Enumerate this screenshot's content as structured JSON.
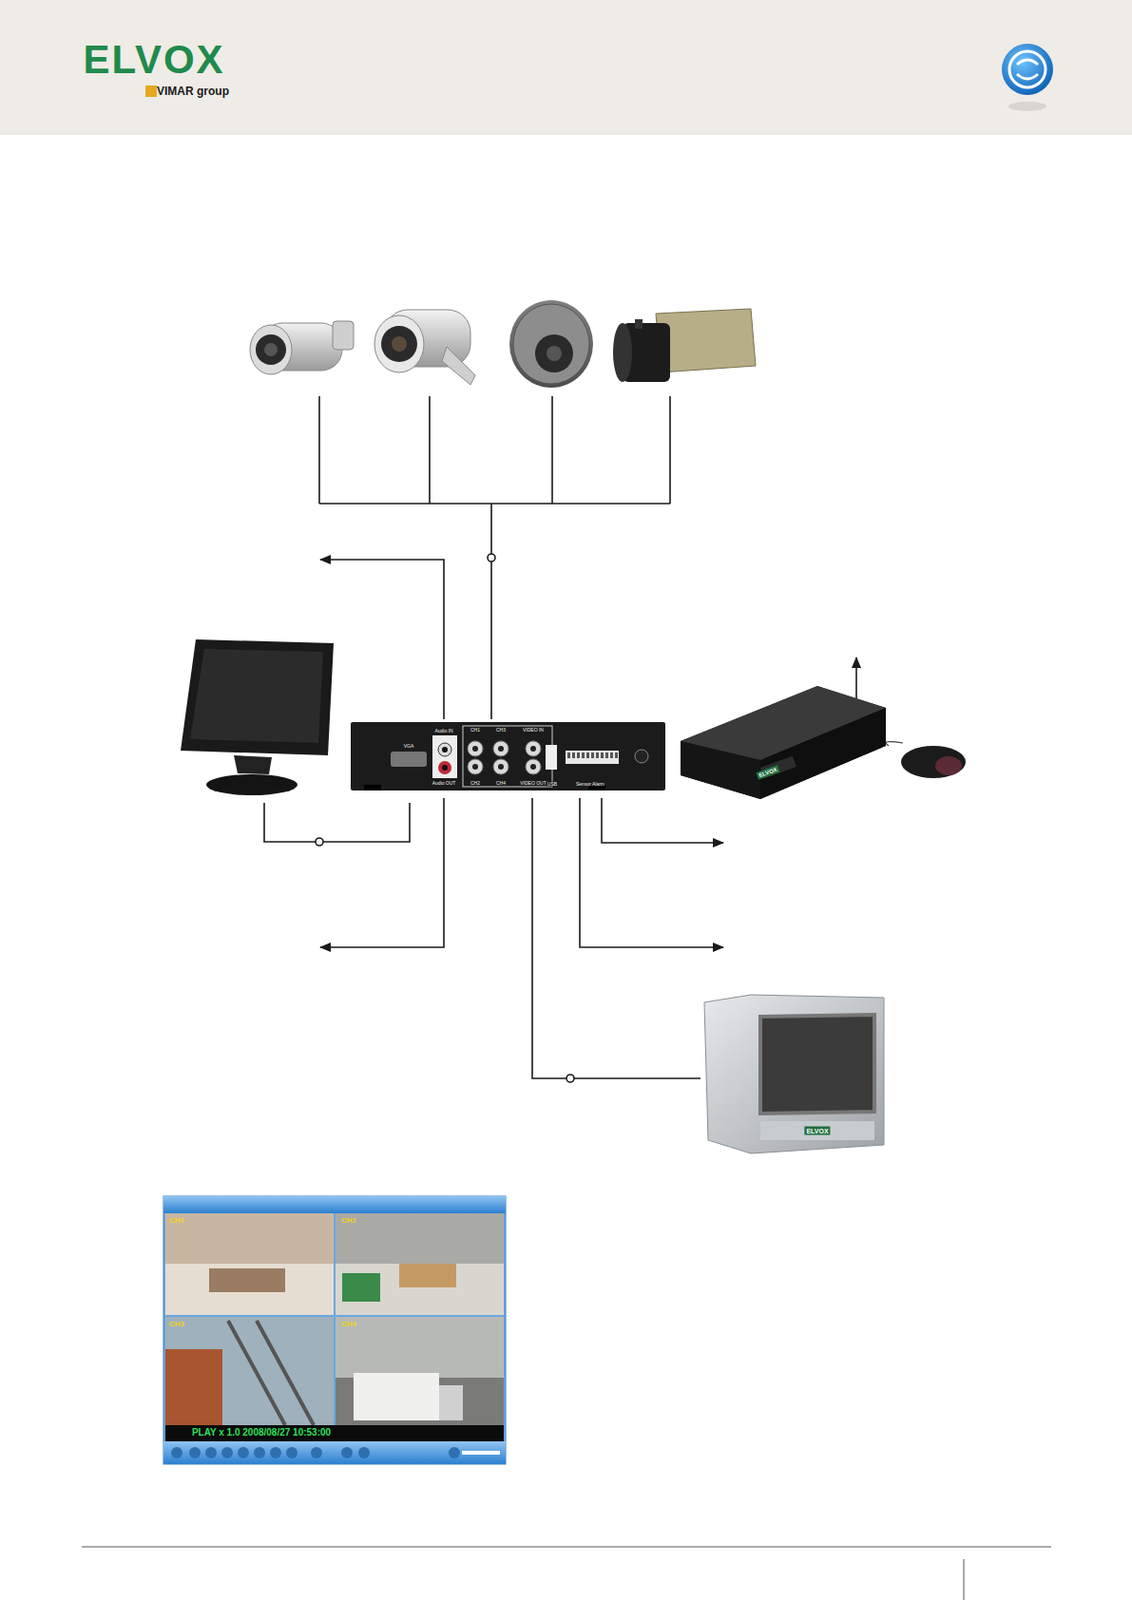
{
  "diagram": {
    "nodes": [
      {
        "text": [
          "VGA",
          "Audio IN",
          "Audio OUT",
          "CH1",
          "CH3",
          "VIDEO IN",
          "CH2",
          "CH4",
          "VIDEO OUT",
          "USB",
          "Sensor Alarm"
        ]
      }
    ],
    "labels": [
      "ELVOX",
      "VIMAR group",
      "ELVOX",
      "ELVOX",
      "CH1",
      "CH2",
      "CH3",
      "CH4",
      "PLAY x 1.0 2008/08/27 10:53:00"
    ]
  }
}
